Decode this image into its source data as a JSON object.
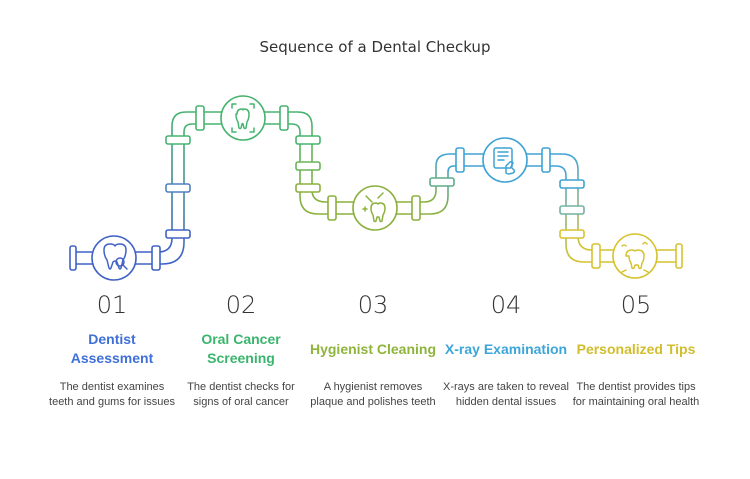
{
  "title": "Sequence of a Dental Checkup",
  "colors": {
    "blue_dark": "#4062c7",
    "green": "#46b36f",
    "lime": "#8bb13c",
    "sky": "#3ea3d4",
    "yellow": "#d7c22f"
  },
  "steps": [
    {
      "number": "01",
      "title": "Dentist Assessment",
      "description": "The dentist examines teeth and gums for issues",
      "icon": "tooth-magnifier-icon",
      "color": "#3f6fd9"
    },
    {
      "number": "02",
      "title": "Oral Cancer Screening",
      "description": "The dentist checks for signs of oral cancer",
      "icon": "tooth-scan-icon",
      "color": "#3ab56d"
    },
    {
      "number": "03",
      "title": "Hygienist Cleaning",
      "description": "A hygienist removes plaque and polishes teeth",
      "icon": "toothbrush-sparkle-icon",
      "color": "#8fb43c"
    },
    {
      "number": "04",
      "title": "X-ray Examination",
      "description": "X-rays are taken to reveal hidden dental issues",
      "icon": "xray-hand-icon",
      "color": "#3ca6d8"
    },
    {
      "number": "05",
      "title": "Personalized Tips",
      "description": "The dentist provides tips for maintaining oral health",
      "icon": "tooth-advice-icon",
      "color": "#d2bd2a"
    }
  ]
}
